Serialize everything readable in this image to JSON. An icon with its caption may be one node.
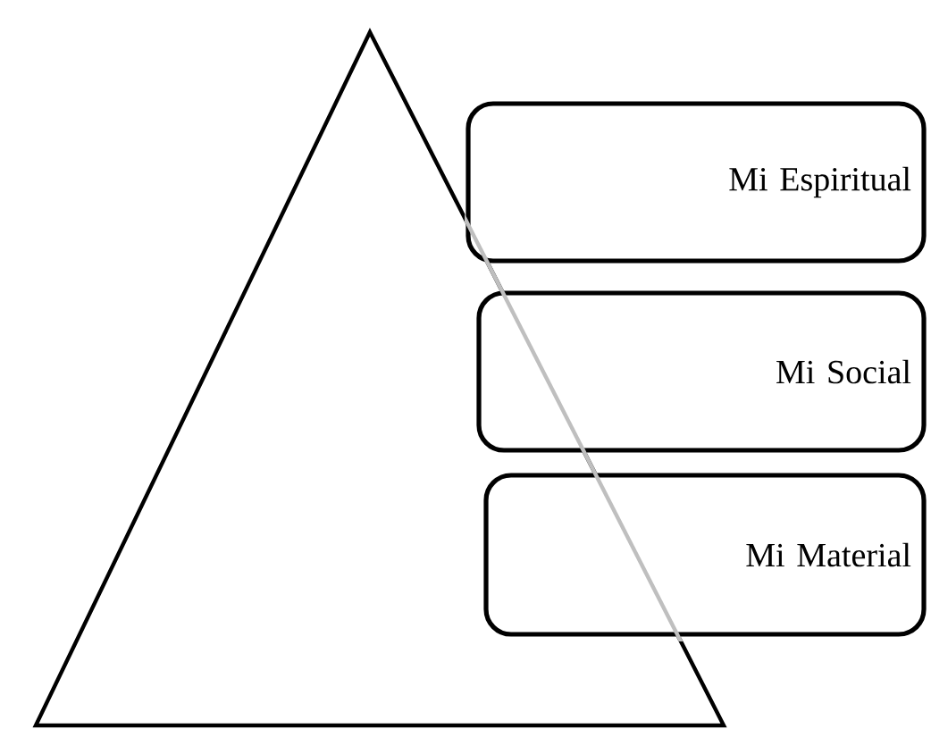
{
  "diagram": {
    "nodes": [
      {
        "text": [
          "Mi Espiritual"
        ]
      },
      {
        "text": [
          "Mi Social"
        ]
      },
      {
        "text": [
          "Mi Material"
        ]
      }
    ]
  }
}
